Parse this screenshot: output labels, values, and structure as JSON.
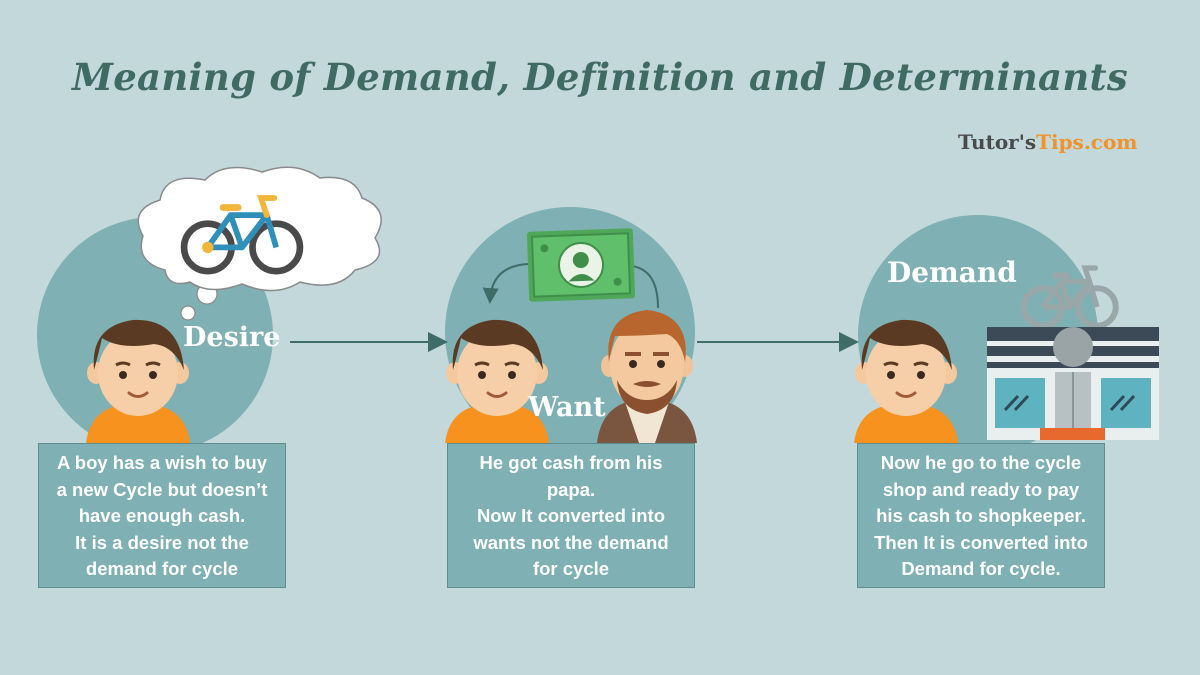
{
  "title": "Meaning of Demand, Definition and Determinants",
  "brand": {
    "part1": "Tutor's",
    "part2": "Tips.com"
  },
  "stages": [
    {
      "label": "Desire",
      "caption": [
        "A boy has a wish to buy",
        "a new Cycle but doesn’t",
        "have enough cash.",
        "It is a desire not the",
        "demand for cycle"
      ]
    },
    {
      "label": "Want",
      "caption": [
        "He got cash from his",
        "papa.",
        "Now It converted into",
        "wants not the demand",
        "for cycle"
      ]
    },
    {
      "label": "Demand",
      "caption": [
        "Now he go to the cycle",
        "shop and ready to pay",
        "his cash to shopkeeper.",
        "Then It is converted into",
        "Demand for cycle."
      ]
    }
  ],
  "icons": [
    "boy-icon",
    "bicycle-icon",
    "thought-cloud-icon",
    "banknote-icon",
    "father-icon",
    "shop-icon",
    "arrow-icon"
  ],
  "colors": {
    "background": "#c2d8da",
    "circle": "#7fb0b3",
    "title": "#3f6b63",
    "brand_accent": "#f2922a"
  }
}
